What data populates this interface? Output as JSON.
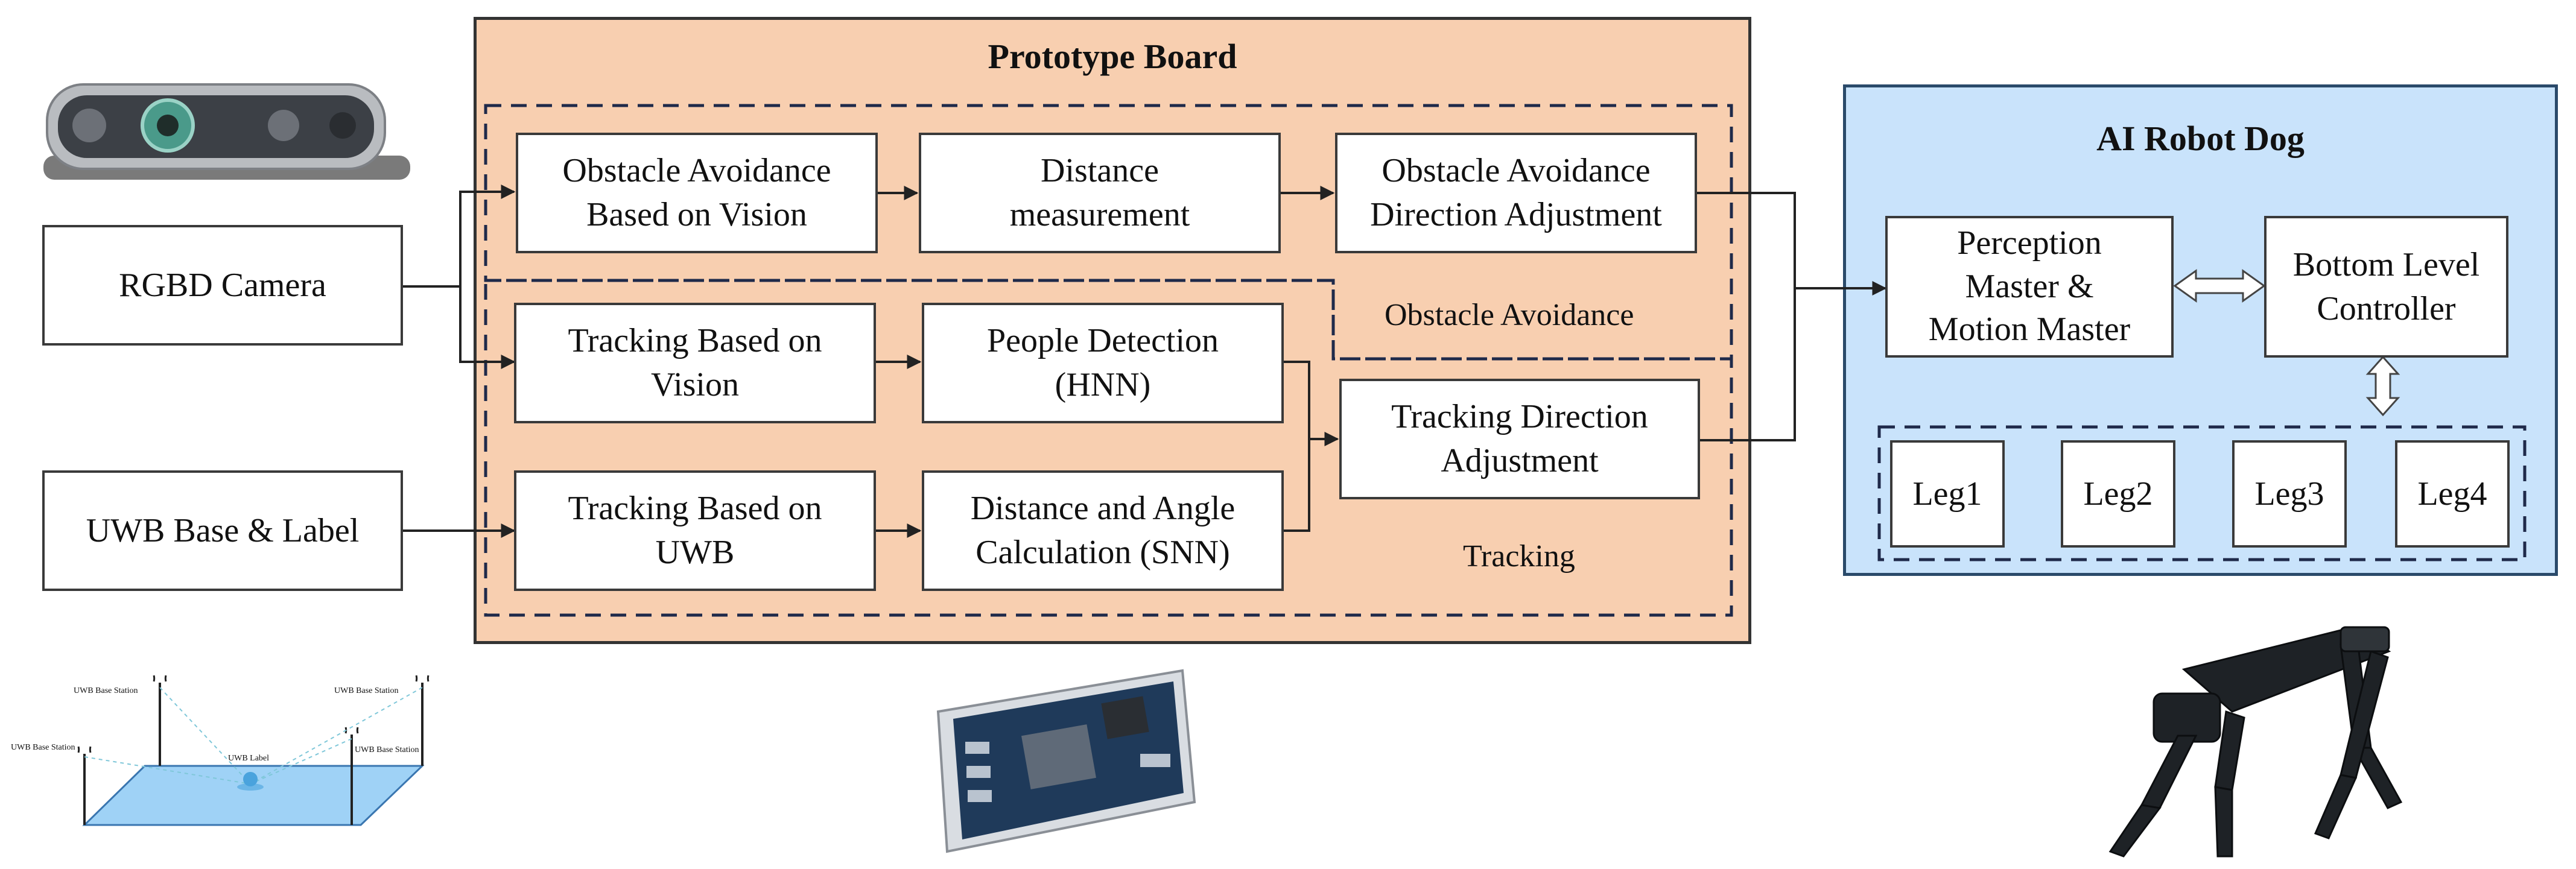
{
  "prototype_board": {
    "title": "Prototype Board",
    "obstacle_group_label": "Obstacle Avoidance",
    "tracking_group_label": "Tracking"
  },
  "inputs": {
    "rgbd_camera": "RGBD Camera",
    "uwb_base_label": "UWB Base & Label"
  },
  "blocks": {
    "obstacle_vision": "Obstacle Avoidance\nBased on Vision",
    "distance_measurement": "Distance\nmeasurement",
    "obstacle_direction": "Obstacle Avoidance\nDirection Adjustment",
    "tracking_vision": "Tracking Based on\nVision",
    "people_detection": "People Detection\n(HNN)",
    "tracking_uwb": "Tracking Based on\nUWB",
    "distance_angle": "Distance and Angle\nCalculation (SNN)",
    "tracking_direction": "Tracking Direction\nAdjustment"
  },
  "robot_dog": {
    "title": "AI Robot Dog",
    "perception": "Perception\nMaster &\nMotion Master",
    "bottom_controller": "Bottom Level\nController",
    "legs": [
      "Leg1",
      "Leg2",
      "Leg3",
      "Leg4"
    ]
  },
  "uwb_illustration": {
    "station_labels": [
      "UWB Base Station",
      "UWB Base Station",
      "UWB Base Station",
      "UWB Base Station"
    ],
    "label_tag": "UWB Label"
  },
  "colors": {
    "board_fill": "#f8cfb0",
    "robot_fill": "#c9e3fb",
    "border": "#3a3a3a"
  }
}
